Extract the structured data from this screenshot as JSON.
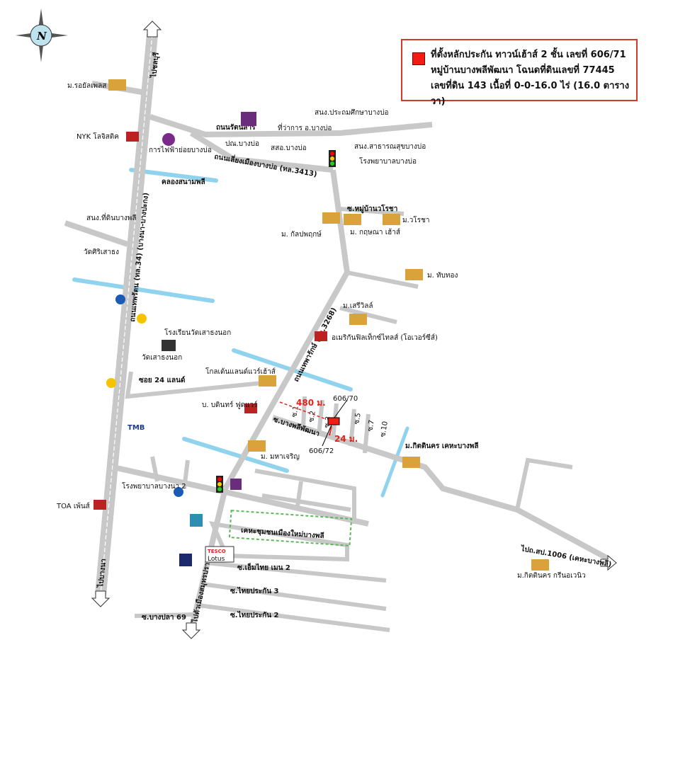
{
  "legend": {
    "line1": "ที่ตั้งหลักประกัน ทาวน์เฮ้าส์ 2 ชั้น เลขที่ 606/71",
    "line2": "หมู่บ้านบางพลีพัฒนา โฉนดที่ดินเลขที่ 77445",
    "line3": "เลขที่ดิน 143 เนื้อที่ 0-0-16.0 ไร่ (16.0 ตารางวา)",
    "color": "#f21c12"
  },
  "compass": {
    "letter": "N"
  },
  "roads": {
    "thepharat": "ถนนเทพรัตน (ทล.34) (บางนา-บางปะกง)",
    "to_chonburi": "ไปชลบุรี",
    "to_bangna": "ไปบางนา",
    "thepharak": "ถนนเทพารักษ์ (ทล.3268)",
    "rattanasan": "ถนนรัตนสาร",
    "liang_mueang": "ถนนเลี่ยงเมืองบางบ่อ (ทล.3413)",
    "to_samut_prakan": "ไปตัวเมืองสมุทรปราการ",
    "soi_bangphli_phatthana": "ซ.บางพลีพัฒนา",
    "soi_24": "ซอย 24 แลนด์",
    "soi_m_thai": "ซ.เอ็มไทย เมน 2",
    "soi_thai_3": "ซ.ไทยประกัน 3",
    "soi_thai_2": "ซ.ไทยประกัน 2",
    "soi_bangpla": "ซ.บางปลา 69",
    "soi_rosa": "ซ.หมู่บ้านวโรชา",
    "to_sp1006": "ไปถ.สป.1006 (เคหะบางพลี)",
    "sois": [
      "ซ.1",
      "ซ.2",
      "ซ.3",
      "ซ.5",
      "ซ.7",
      "ซ.10"
    ]
  },
  "canals": {
    "sanam_phli": "คลองสนามพลี"
  },
  "places": {
    "royal_place": "ม.รอยัลเพลส",
    "nyk": "NYK โลจิสติค",
    "pea": "การไฟฟ้าย่อยบางบ่อ",
    "post": "ปณ.บางบ่อ",
    "district": "ที่ว่าการ อ.บางบ่อ",
    "health_office": "สสอ.บางบ่อ",
    "school1": "สนง.ประถมศึกษาบางบ่อ",
    "public_health": "สนง.สาธารณสุขบางบ่อ",
    "hospital_bangbo": "โรงพยาบาลบางบ่อ",
    "land_office": "สนง.ที่ดินบางพลี",
    "wat_siri": "วัดศิริเสาธง",
    "rosa": "ม.วโรชา",
    "kritsana": "ม. กฤษณา เฮ้าส์",
    "kanlapa": "ม. กัลปพฤกษ์",
    "thapthong": "ม.  ทับทอง",
    "serivil": "ม.เสรีวิลล์",
    "american": "อเมริกันฟิลเท็กซ์ไทลส์ (โอเวอร์ซีส์)",
    "school_saothong": "โรงเรียนวัดเสาธงนอก",
    "wat_saothong": "วัดเสาธงนอก",
    "golden": "โกลเด้นแลนด์แวร์เฮ้าส์",
    "bintr": "บ. บดินทร์ ฟูดแวร์",
    "maharoen": "ม. มหาเจริญ",
    "kittinakorn": "ม.กิตตินคร เคหะบางพลี",
    "hospital_bangna2": "โรงพยาบาลบางนา 2",
    "toa": "TOA เพ้นส์",
    "tmb": "TMB",
    "kheha": "เคหะชุมชนเมืองใหม่บางพลี",
    "tesco": "TESCO",
    "lotus": "Lotus",
    "kittinakorn_green": "ม.กิตตินคร กรีนอเวนิว"
  },
  "measurements": {
    "dist1": "480 ม.",
    "dist2": "24 ม.",
    "house_70": "606/70",
    "house_72": "606/72"
  }
}
